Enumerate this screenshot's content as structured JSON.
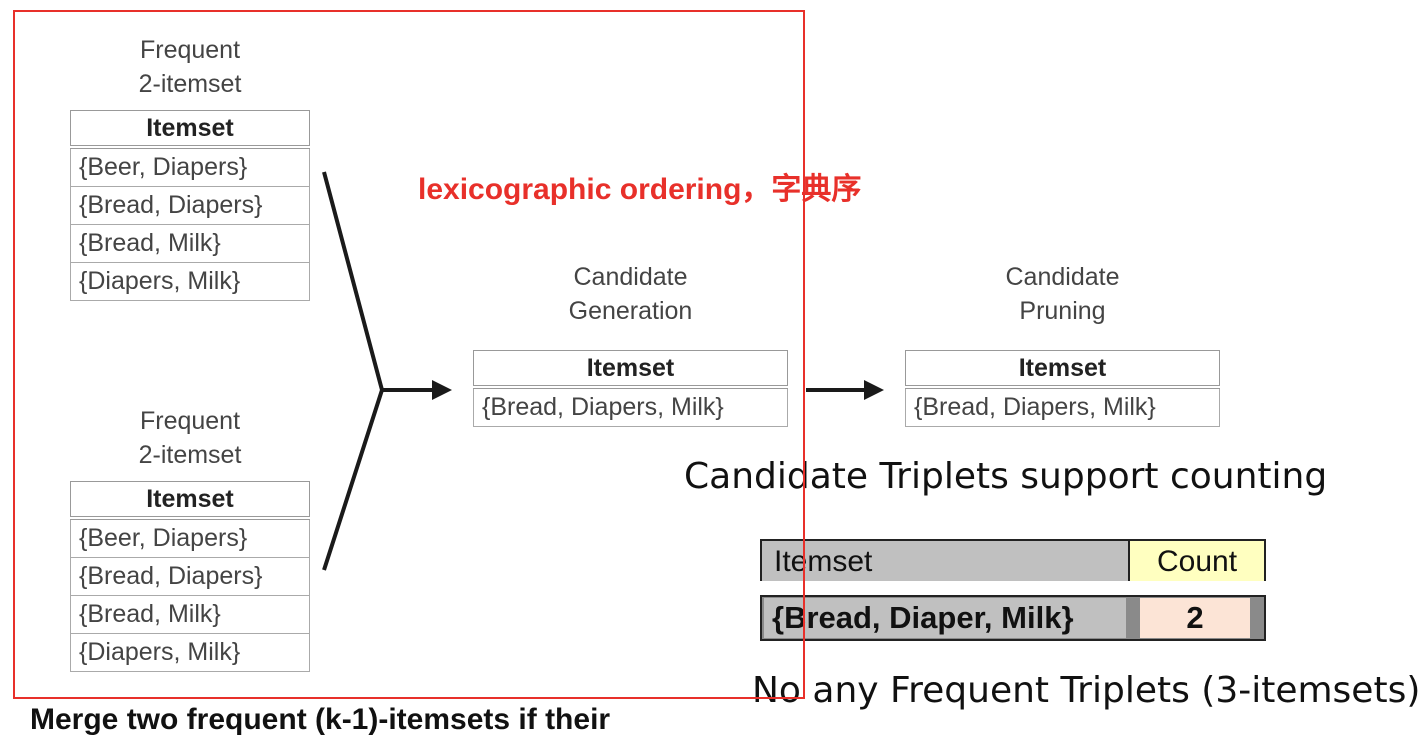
{
  "top_table": {
    "caption_line1": "Frequent",
    "caption_line2": "2-itemset",
    "header": "Itemset",
    "rows": [
      "{Beer, Diapers}",
      "{Bread, Diapers}",
      "{Bread, Milk}",
      "{Diapers, Milk}"
    ]
  },
  "bottom_table": {
    "caption_line1": "Frequent",
    "caption_line2": "2-itemset",
    "header": "Itemset",
    "rows": [
      "{Beer, Diapers}",
      "{Bread, Diapers}",
      "{Bread, Milk}",
      "{Diapers, Milk}"
    ]
  },
  "generation": {
    "caption_line1": "Candidate",
    "caption_line2": "Generation",
    "header": "Itemset",
    "rows": [
      "{Bread, Diapers, Milk}"
    ]
  },
  "pruning": {
    "caption_line1": "Candidate",
    "caption_line2": "Pruning",
    "header": "Itemset",
    "rows": [
      "{Bread, Diapers, Milk}"
    ]
  },
  "annotation": "lexicographic ordering，字典序",
  "support_title": "Candidate Triplets support counting",
  "count_table": {
    "header_itemset": "Itemset",
    "header_count": "Count",
    "row_itemset": "{Bread, Diaper, Milk}",
    "row_count": "2"
  },
  "conclusion": "No any Frequent Triplets (3-itemsets)",
  "cut_off_text": "Merge two frequent (k-1)-itemsets if their",
  "colors": {
    "highlight": "#e8302a",
    "count_header_bg": "#ffffc0",
    "count_cell_bg": "#fce4d6",
    "itemset_bg": "#c0c0c0"
  }
}
